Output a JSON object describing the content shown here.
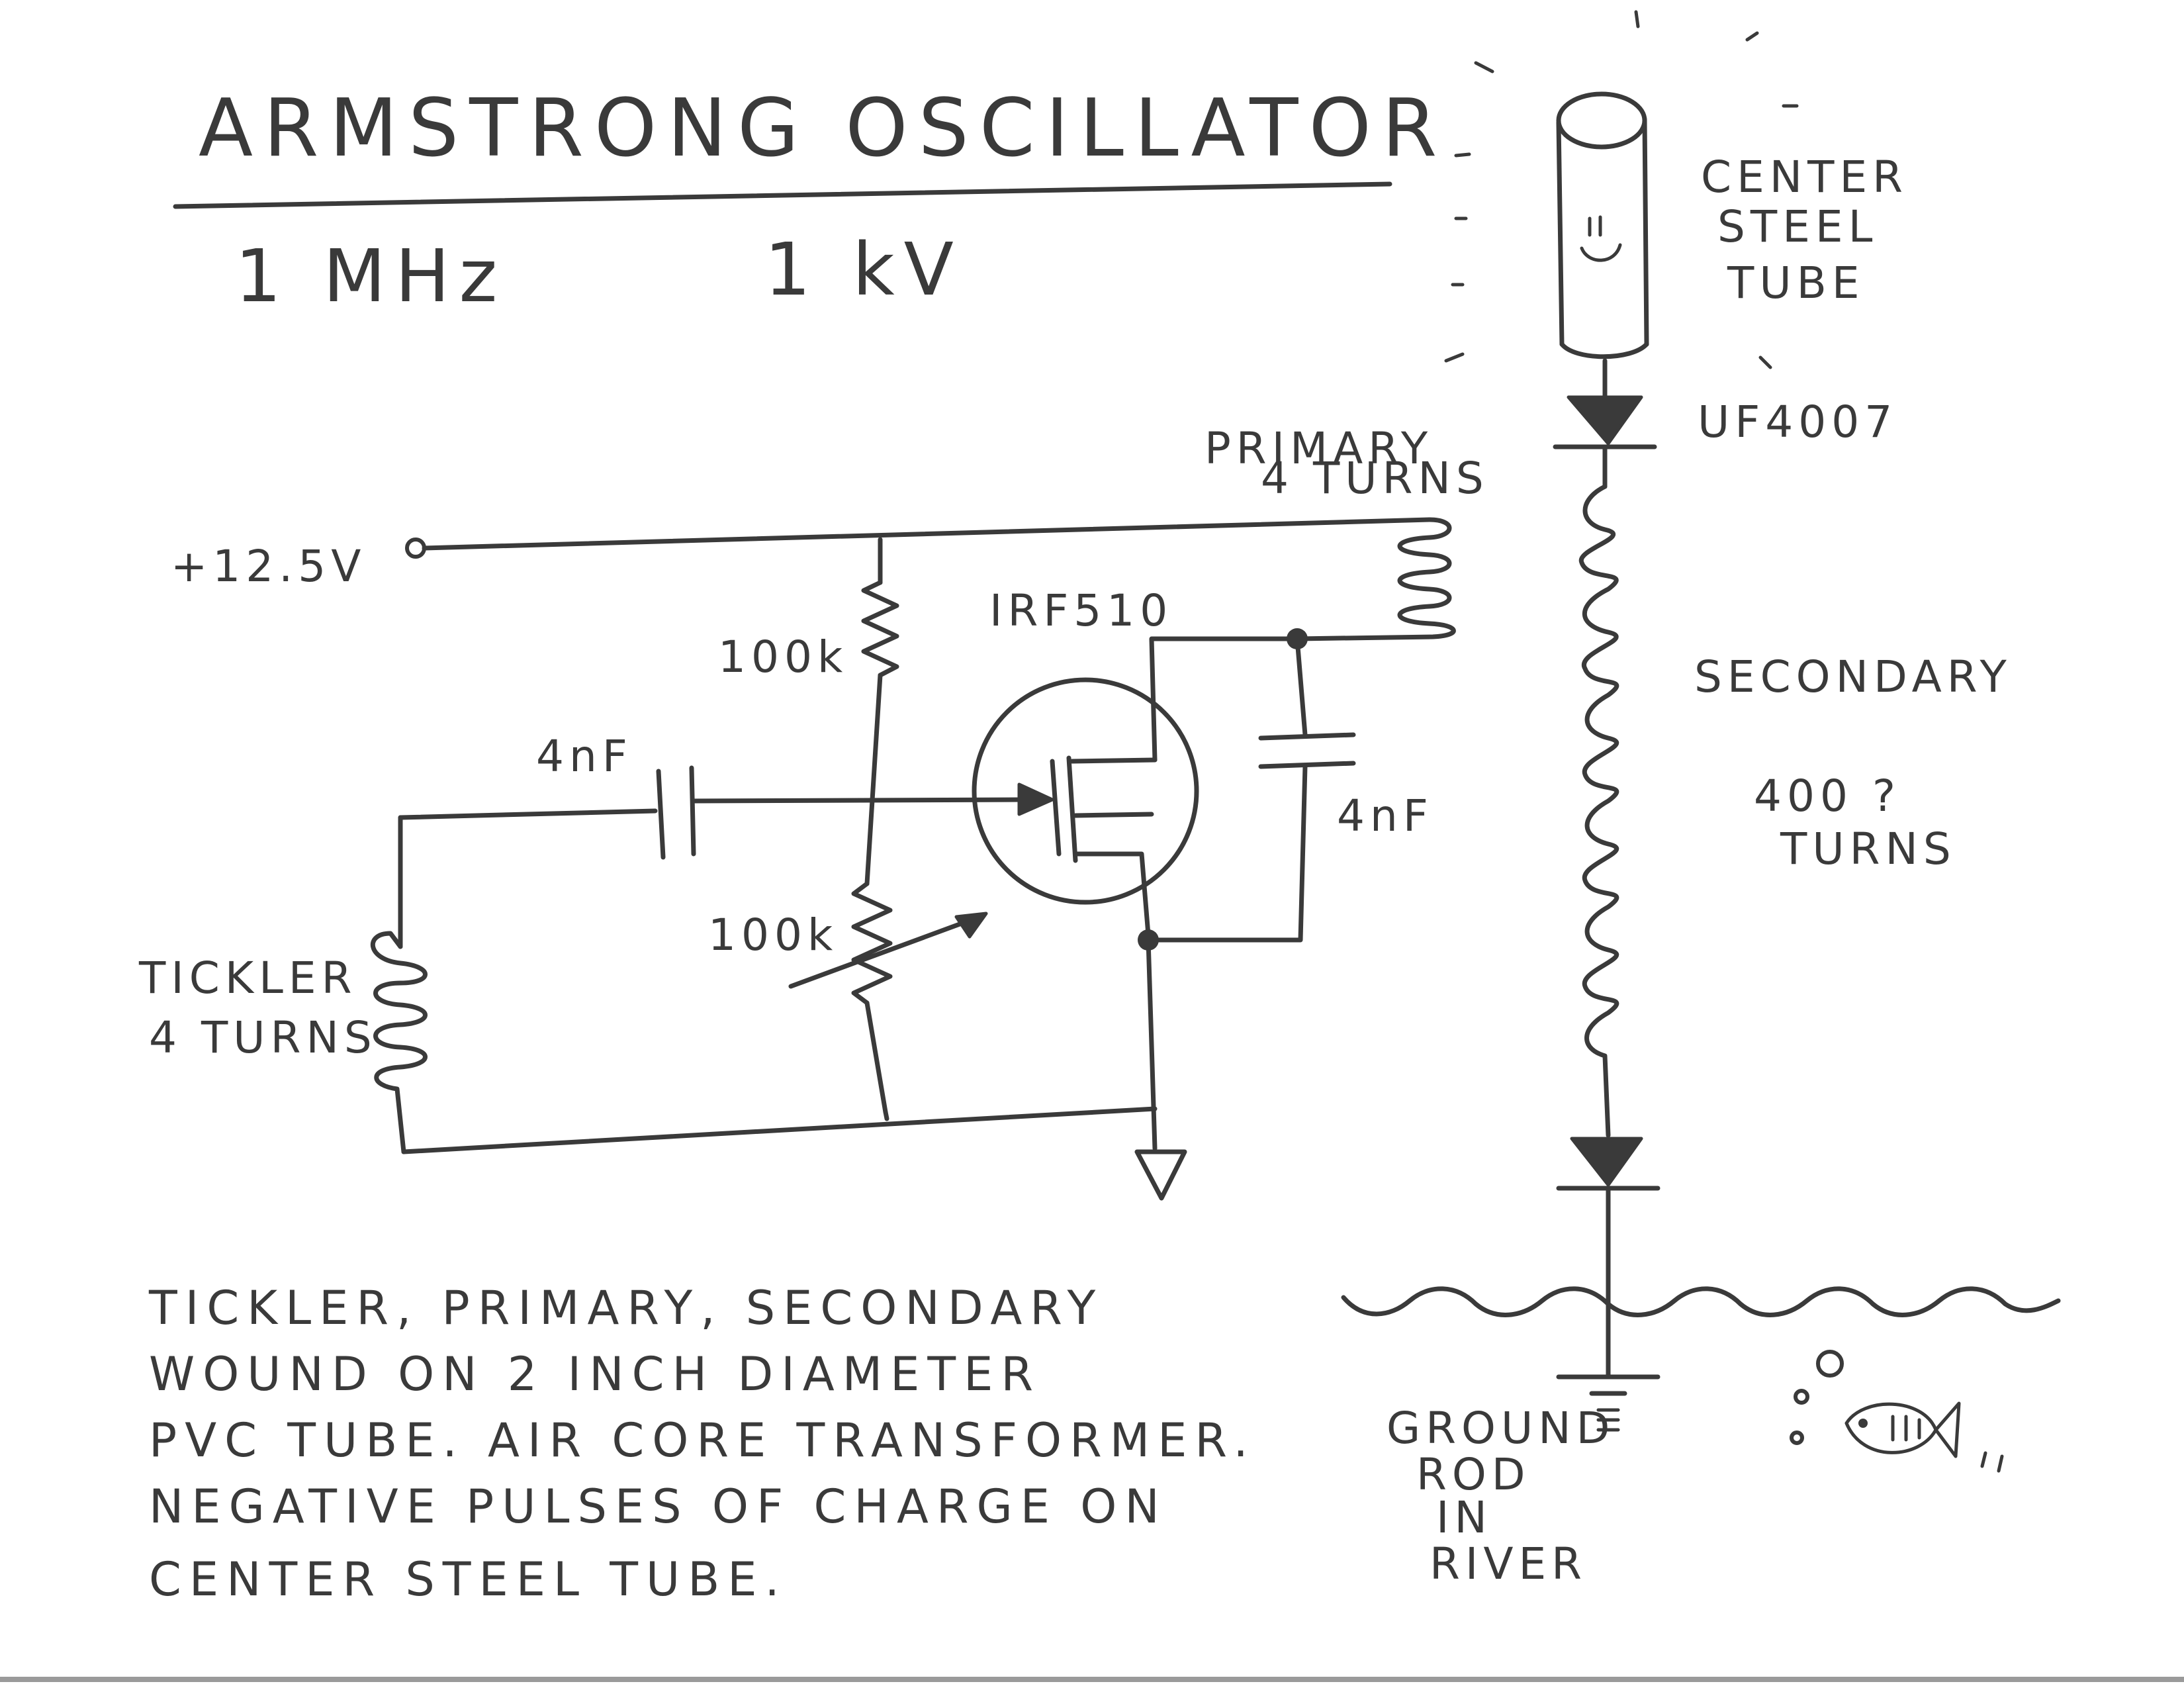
{
  "title": "ARMSTRONG OSCILLATOR",
  "specs": {
    "frequency": "1 MHz",
    "voltage": "1 kV"
  },
  "labels": {
    "supply": "+12.5V",
    "resistor_top": "100k",
    "resistor_bottom": "100k",
    "cap_input": "4nF",
    "cap_drain": "4nF",
    "transistor": "IRF510",
    "primary_line1": "PRIMARY",
    "primary_line2": "4 TURNS",
    "tickler_line1": "TICKLER",
    "tickler_line2": "4 TURNS",
    "tube_line1": "CENTER",
    "tube_line2": "STEEL",
    "tube_line3": "TUBE",
    "diode": "UF4007",
    "secondary_line1": "SECONDARY",
    "secondary_line2": "400 ?",
    "secondary_line3": "TURNS",
    "ground_line1": "GROUND",
    "ground_line2": "ROD",
    "ground_line3": "IN",
    "ground_line4": "RIVER"
  },
  "notes": [
    "TICKLER, PRIMARY, SECONDARY",
    "WOUND ON 2 INCH DIAMETER",
    "PVC TUBE. AIR CORE TRANSFORMER.",
    "NEGATIVE PULSES OF CHARGE ON",
    "CENTER STEEL TUBE."
  ]
}
